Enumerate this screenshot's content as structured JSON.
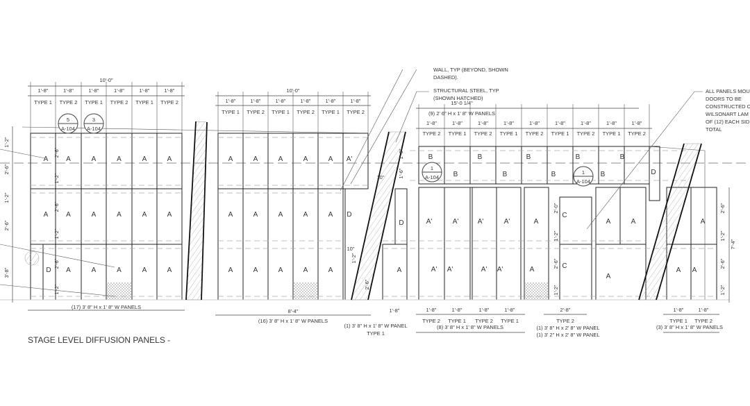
{
  "title": "STAGE LEVEL DIFFUSION PANELS -",
  "notes": {
    "wall": [
      "WALL, TYP (BEYOND, SHOWN",
      "DASHED)."
    ],
    "steel": [
      "STRUCTURAL STEEL, TYP",
      "(SHOWN HATCHED)"
    ],
    "all_panels": [
      "ALL PANELS MOU",
      "DOORS TO BE",
      "CONSTRUCTED O",
      "WILSONART LAM",
      "OF (12) EACH SID",
      "TOTAL"
    ]
  },
  "left": {
    "overall": "10'-0\"",
    "widths": [
      "1'-8\"",
      "1'-8\"",
      "1'-8\"",
      "1'-8\"",
      "1'-8\"",
      "1'-8\""
    ],
    "types": [
      "TYPE 1",
      "TYPE 2",
      "TYPE 1",
      "TYPE 2",
      "TYPE 1",
      "TYPE 2"
    ],
    "callouts": [
      {
        "num": "5",
        "sheet": "A-104"
      },
      {
        "num": "3",
        "sheet": "A-104"
      }
    ],
    "rows": [
      [
        "A",
        "A",
        "A",
        "A",
        "A",
        "A"
      ],
      [
        "A",
        "A",
        "A",
        "A",
        "A",
        "A"
      ],
      [
        "D",
        "A",
        "A",
        "A",
        "A",
        "A"
      ]
    ],
    "outer_vdims": [
      "1'-2\"",
      "2'-6\"",
      "1'-2\"",
      "2'-6\"",
      "3'-8\""
    ],
    "inner_vdims": [
      "2'-6\"",
      "1'-2\"",
      "2'-6\"",
      "1'-2\"",
      "2'-6\"",
      "1'-2\""
    ],
    "summary": "(17) 3' 8\" H x 1' 8\" W PANELS"
  },
  "middle": {
    "overall": "10'-0\"",
    "widths": [
      "1'-8\"",
      "1'-8\"",
      "1'-8\"",
      "1'-8\"",
      "1'-8\"",
      "1'-8\""
    ],
    "types": [
      "TYPE 1",
      "TYPE 2",
      "TYPE 1",
      "TYPE 2",
      "TYPE 1",
      "TYPE 2"
    ],
    "rows": [
      [
        "A",
        "A",
        "A",
        "A",
        "A",
        "A'"
      ],
      [
        "A",
        "A",
        "A",
        "A",
        "A",
        "D"
      ],
      [
        "A",
        "A",
        "A",
        "A",
        "A"
      ]
    ],
    "bottom_dim": "8'-4\"",
    "summary": "(16) 3' 8\" H x 1' 8\" W PANELS",
    "gap_dim": "10\"",
    "vdims": [
      "1'-2\"",
      "2'-6\""
    ]
  },
  "single": {
    "labels": [
      "D",
      "A"
    ],
    "width": "1'-8\"",
    "summary": "(1) 3' 8\" H x 1' 8\" W PANEL",
    "type": "TYPE 1"
  },
  "upper_right": {
    "overall": "15'-0 1/4\"",
    "summary": "(9) 2' 6\" H x 1' 8\" W PANELS",
    "widths": [
      "1'-8\"",
      "1'-8\"",
      "1'-8\"",
      "1'-8\"",
      "1'-8\"",
      "1'-8\"",
      "1'-8\"",
      "1'-8\"",
      "1'-8\""
    ],
    "types": [
      "TYPE 2",
      "TYPE 1",
      "TYPE 2",
      "TYPE 1",
      "TYPE 2",
      "TYPE 1",
      "TYPE 2",
      "TYPE 1",
      "TYPE 2"
    ],
    "row1": [
      "B",
      "B",
      "B",
      "B",
      "B"
    ],
    "row2": [
      "B",
      "B",
      "B",
      "B"
    ],
    "end_label": "D",
    "callouts": [
      {
        "num": "1",
        "sheet": "A-104"
      },
      {
        "num": "1",
        "sheet": "A-104"
      }
    ],
    "vdims": [
      "1'-0\"",
      "1'-6\"",
      "10\""
    ]
  },
  "group8": {
    "row1": [
      "A'",
      "A'",
      "A'",
      "A'",
      "A"
    ],
    "row2": [
      "A'",
      "A'",
      "A'",
      "A'",
      "A"
    ],
    "widths": [
      "1'-8\"",
      "1'-8\"",
      "1'-8\"",
      "1'-8\""
    ],
    "types": [
      "TYPE 2",
      "TYPE 1",
      "TYPE 2",
      "TYPE 1"
    ],
    "summary": "(8) 3' 8\" H x 1' 8\" W PANELS"
  },
  "groupC": {
    "labels": [
      "C",
      "C"
    ],
    "vdims": [
      "2'-0\"",
      "1'-2\"",
      "2'-6\"",
      "1'-2\""
    ],
    "width": "2'-8\"",
    "type": "TYPE 2",
    "lines": [
      "(1) 3' 8\" H x 2' 8\" W PANEL",
      "(1) 3' 2\" H x 2' 8\" W PANEL"
    ],
    "labels_right": [
      "A",
      "A",
      "A"
    ]
  },
  "group3": {
    "labels": [
      "A",
      "A",
      "A"
    ],
    "widths": [
      "1'-8\"",
      "1'-8\""
    ],
    "types": [
      "TYPE 1",
      "TYPE 2"
    ],
    "summary": "(3) 3' 8\" H x 1' 8\" W PANELS",
    "vdims": [
      "2'-6\"",
      "1'-2\"",
      "2'-6\"",
      "1'-2\""
    ],
    "total": "7'-4\""
  }
}
